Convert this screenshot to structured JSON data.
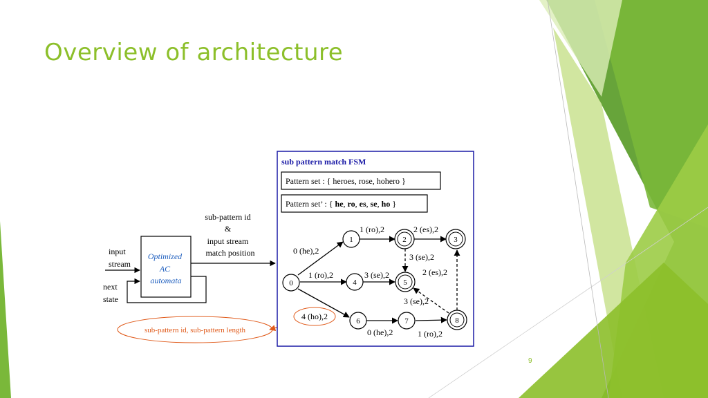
{
  "slide": {
    "title": "Overview of architecture",
    "page_number": "9"
  },
  "theme": {
    "accent": "#8cbf2a",
    "accent_dark": "#4e8a25",
    "accent_light": "#c9e28f",
    "fsm_border": "#1a1aa6",
    "annotation": "#e05a1a"
  },
  "diagram": {
    "left": {
      "input_stream": [
        "input",
        "stream"
      ],
      "next_state": [
        "next",
        "state"
      ],
      "ac_box": [
        "Optimized",
        "AC",
        "automata"
      ],
      "output_label": [
        "sub-pattern id",
        "&",
        "input stream",
        "match position"
      ],
      "annotation": "sub-pattern id, sub-pattern length"
    },
    "fsm": {
      "title": "sub pattern match FSM",
      "pattern_set": "Pattern set : { heroes, rose, hohero }",
      "pattern_set_prime": {
        "prefix": "Pattern set’ : { ",
        "items": [
          "he",
          "ro",
          "es",
          "se",
          "ho"
        ],
        "suffix": " }"
      },
      "states": [
        "0",
        "1",
        "2",
        "3",
        "4",
        "5",
        "6",
        "7",
        "8"
      ],
      "edge_labels": {
        "e01": "0 (he),2",
        "e12": "1 (ro),2",
        "e23": "2 (es),2",
        "e25": "3 (se),2",
        "e04": "1 (ro),2",
        "e45": "3 (se),2",
        "e06": "4 (ho),2",
        "e67": "0 (he),2",
        "e78": "1 (ro),2",
        "e83": "2 (es),2",
        "e85": "3 (se),2"
      }
    }
  }
}
